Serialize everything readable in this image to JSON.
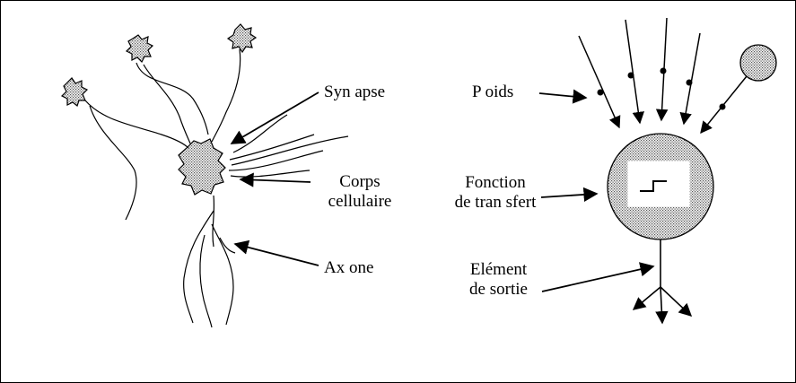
{
  "labels": {
    "synapse": "Syn apse",
    "corps_line1": "Corps",
    "corps_line2": "cellulaire",
    "axone": "Ax one",
    "poids": "P oids",
    "fonction_line1": "Fonction",
    "fonction_line2": "de tran sfert",
    "element_line1": "Elément",
    "element_line2": "de sortie"
  },
  "colors": {
    "line": "#000000",
    "stipple": "#909090",
    "background": "#ffffff"
  }
}
